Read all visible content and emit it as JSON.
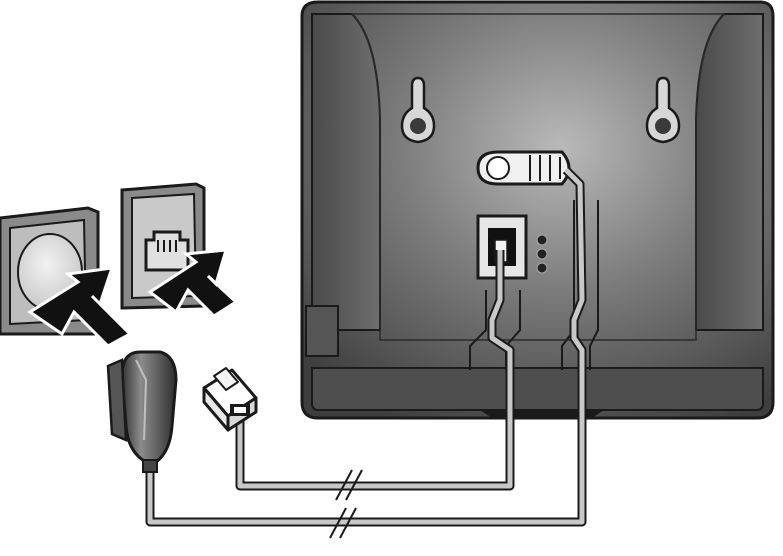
{
  "diagram": {
    "subject": "base-station-connection",
    "components": [
      {
        "id": "power-socket",
        "icon": "power-outlet-icon"
      },
      {
        "id": "phone-jack",
        "icon": "rj-jack-icon"
      },
      {
        "id": "base-station",
        "icon": "base-station-rear-icon"
      },
      {
        "id": "power-adapter",
        "icon": "plug-adapter-icon"
      },
      {
        "id": "phone-plug",
        "icon": "rj-plug-icon"
      }
    ],
    "colors": {
      "outline": "#1a1a1a",
      "cable": "#c8c8c8",
      "wall-plate": "#8a8a8a",
      "housing": "#5a5a5a",
      "arrow": "#111111"
    }
  }
}
